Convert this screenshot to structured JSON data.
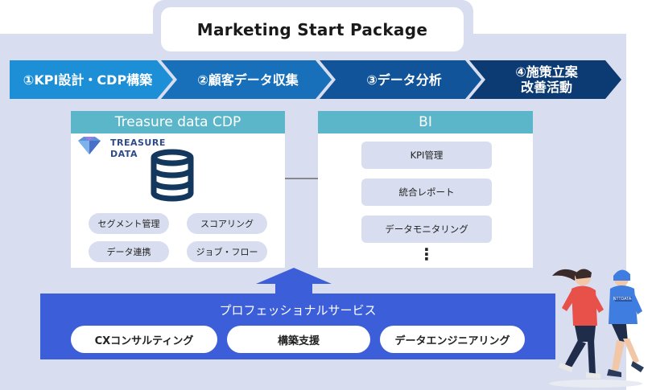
{
  "title": "Marketing Start Package",
  "steps": [
    {
      "label": "①KPI設計・CDP構築"
    },
    {
      "label": "②顧客データ収集"
    },
    {
      "label": "③データ分析"
    },
    {
      "label_line1": "④施策立案",
      "label_line2": "改善活動"
    }
  ],
  "cdp": {
    "header": "Treasure data CDP",
    "logo_line1": "TREASURE",
    "logo_line2": "DATA",
    "pills": [
      "セグメント管理",
      "スコアリング",
      "データ連携",
      "ジョブ・フロー"
    ]
  },
  "bi": {
    "header": "BI",
    "items": [
      "KPI管理",
      "統合レポート",
      "データモニタリング"
    ],
    "more": "⋮"
  },
  "services": {
    "title": "プロフェッショナルサービス",
    "items": [
      "CXコンサルティング",
      "構築支援",
      "データエンジニアリング"
    ]
  },
  "runner_jacket_text": "NTTDATA",
  "colors": {
    "step1": "#1d8fd6",
    "step2": "#1870bb",
    "step3": "#12549a",
    "step4": "#0c3a72",
    "box_header": "#5bb6c9",
    "service_band": "#3c5ed8",
    "panel_bg": "#d8deef"
  }
}
